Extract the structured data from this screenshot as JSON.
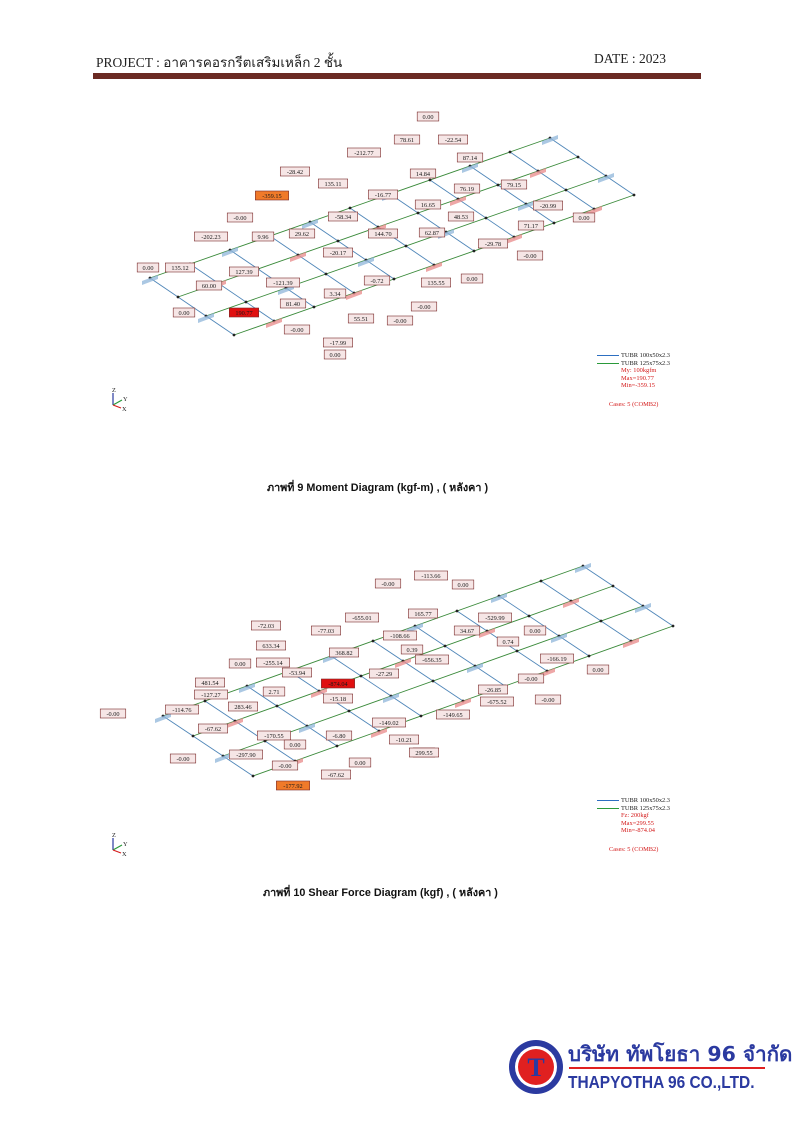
{
  "header": {
    "project": "PROJECT : อาคารคอรกรีตเสริมเหล็ก 2 ชั้น",
    "date": "DATE :  2023"
  },
  "moment_diagram": {
    "caption": "ภาพที่  9 Moment Diagram (kgf-m)  , ( หลังคา )",
    "labels": [
      "0.00",
      "78.61",
      "-22.54",
      "-212.77",
      "87.14",
      "-28.42",
      "135.11",
      "14.84",
      "79.15",
      "-359.15",
      "-16.77",
      "76.19",
      "-20.99",
      "-0.00",
      "-58.34",
      "16.65",
      "48.53",
      "0.00",
      "71.17",
      "-202.23",
      "9.96",
      "29.62",
      "144.70",
      "62.87",
      "-20.17",
      "-29.78",
      "-0.00",
      "0.00",
      "135.12",
      "127.39",
      "-0.72",
      "135.55",
      "0.00",
      "60.00",
      "-121.39",
      "3.34",
      "81.40",
      "0.00",
      "190.77",
      "-0.00",
      "-0.00",
      "55.51",
      "-0.00",
      "-17.99",
      "0.00"
    ],
    "legend": {
      "member1": "TUBR 100x50x2.3",
      "member2": "TUBR 125x75x2.3",
      "scale": "My: 100kgfm",
      "max": "Max=190.77",
      "min": "Min=-359.15",
      "cases": "Cases: 5 (COMB2)"
    },
    "axis": {
      "z": "Z",
      "y": "Y",
      "x": "X"
    }
  },
  "shear_diagram": {
    "caption": "ภาพที่  10 Shear Force Diagram (kgf) , ( หลังคา )",
    "labels": [
      "-0.00",
      "-113.66",
      "0.00",
      "-655.01",
      "165.77",
      "-529.99",
      "-72.03",
      "-77.03",
      "34.67",
      "0.00",
      "633.34",
      "-108.66",
      "0.74",
      "-166.19",
      "0.00",
      "-255.14",
      "368.82",
      "0.39",
      "0.00",
      "-53.94",
      "-656.35",
      "-0.00",
      "481.54",
      "2.71",
      "-27.29",
      "-26.85",
      "-0.00",
      "-0.00",
      "-114.76",
      "-127.27",
      "283.46",
      "-15.18",
      "-675.52",
      "-67.62",
      "-170.55",
      "0.00",
      "-6.80",
      "-149.02",
      "-149.65",
      "-0.00",
      "-297.90",
      "-10.21",
      "0.00",
      "-0.00",
      "0.00",
      "-67.62",
      "-177.92",
      "-874.04",
      "299.55"
    ],
    "legend": {
      "member1": "TUBR 100x50x2.3",
      "member2": "TUBR 125x75x2.3",
      "scale": "Fz: 200kgf",
      "max": "Max=299.55",
      "min": "Min=-874.04",
      "cases": "Cases: 5 (COMB2)"
    },
    "axis": {
      "z": "Z",
      "y": "Y",
      "x": "X"
    }
  },
  "footer": {
    "logo_letter": "T",
    "company_thai": "บริษัท ทัพโยธา 96 จำกัด",
    "company_en": "THAPYOTHA 96 CO.,LTD."
  },
  "colors": {
    "header_rule": "#6b2a23",
    "company_text": "#2b3aa0",
    "company_rule": "#e02020",
    "member1": "#2d6fc1",
    "member2": "#2a9a3a",
    "highlight_red": "#e01010",
    "highlight_orange": "#f07a2a"
  }
}
